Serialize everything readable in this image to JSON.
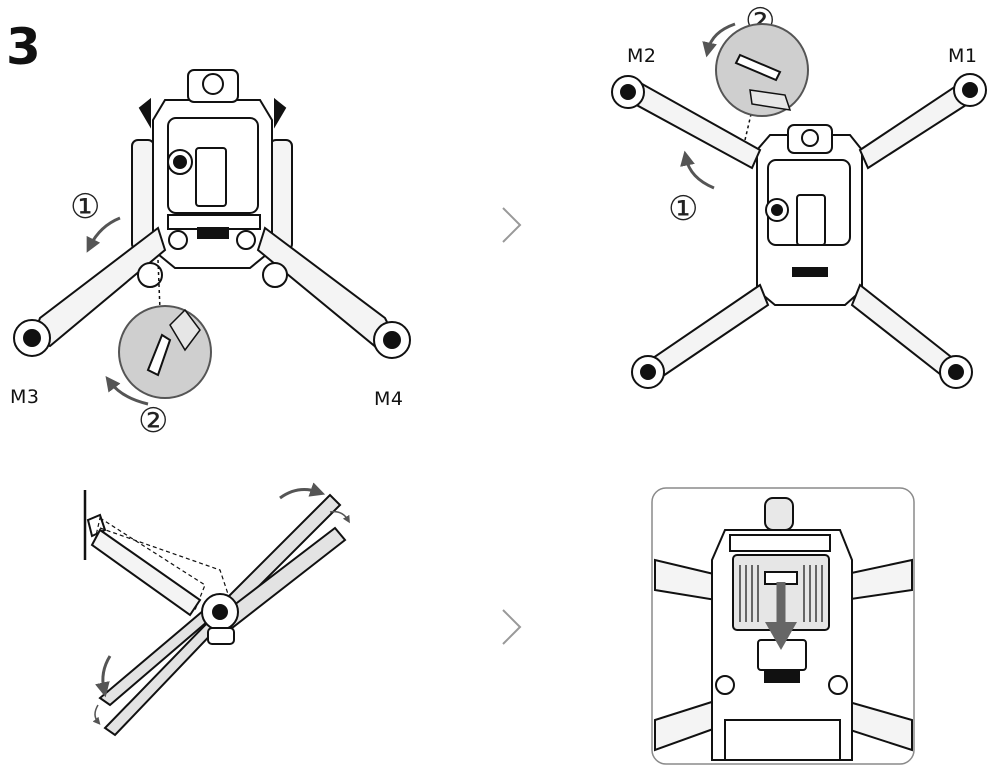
{
  "step_number": "3",
  "motor_labels": {
    "m1": "M1",
    "m2": "M2",
    "m3": "M3",
    "m4": "M4"
  },
  "step_markers": {
    "one": "①",
    "two": "②"
  },
  "colors": {
    "ink": "#111111",
    "arm_fill": "#f4f4f4",
    "detail_circle": "#cfcfcf",
    "propeller": "#e3e3e3",
    "inset_border": "#8a8a8a",
    "chevron": "#999999"
  },
  "icons": {
    "next_step": "chevron-right-icon",
    "rotation": "curved-arrow-icon",
    "insert_direction": "arrow-down-icon"
  }
}
